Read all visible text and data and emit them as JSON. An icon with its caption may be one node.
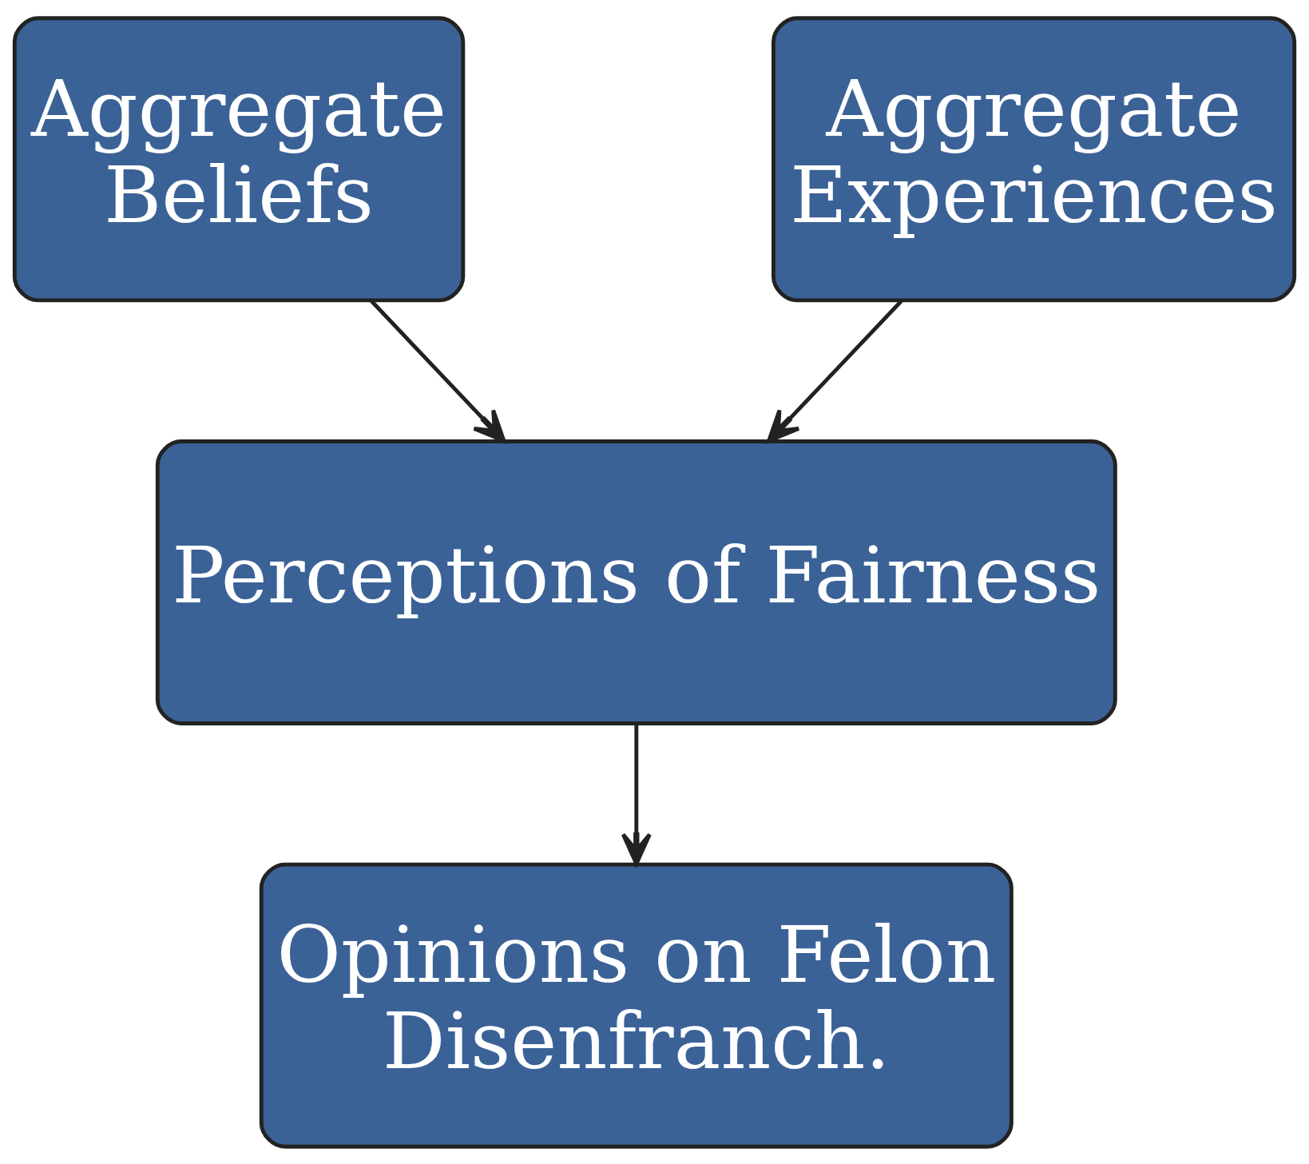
{
  "diagram": {
    "nodes": [
      {
        "text": [
          "Aggregate Beliefs"
        ]
      },
      {
        "text": [
          "Aggregate Experiences"
        ]
      },
      {
        "text": [
          "Perceptions of Fairness"
        ]
      },
      {
        "text": [
          "Opinions on Felon Disenfranch."
        ]
      }
    ],
    "edges": [
      {
        "from": 0,
        "to": 2,
        "arrow": "to"
      },
      {
        "from": 1,
        "to": 2,
        "arrow": "to"
      },
      {
        "from": 2,
        "to": 3,
        "arrow": "to"
      }
    ]
  }
}
